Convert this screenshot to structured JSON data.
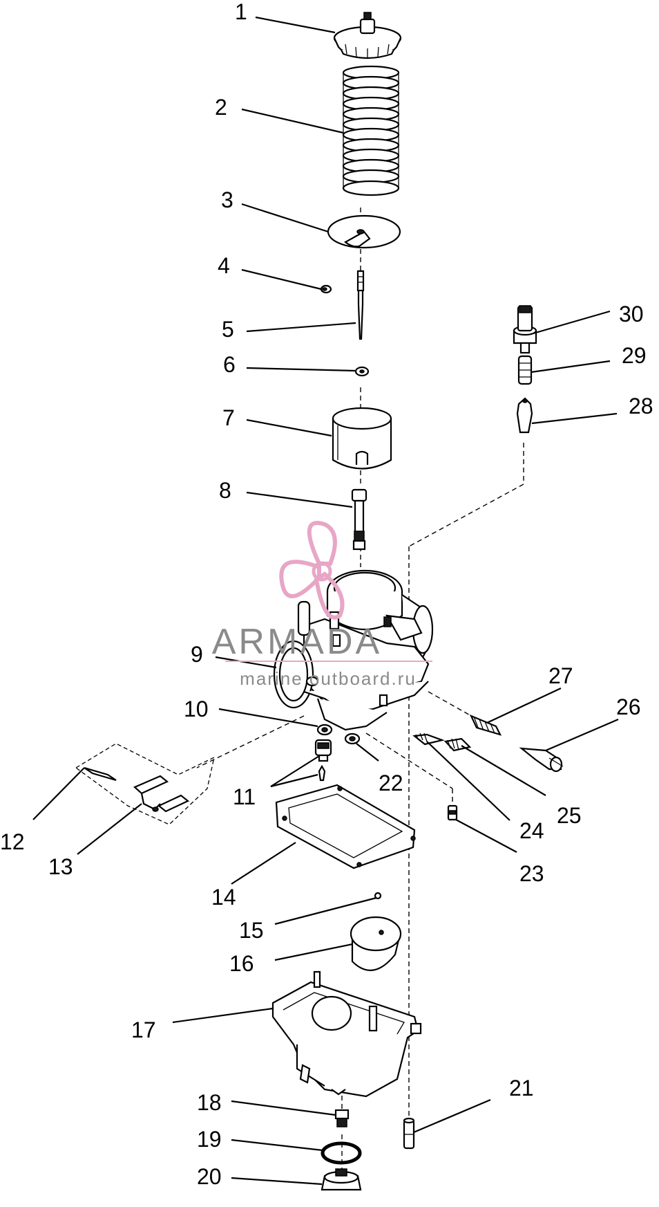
{
  "callouts": [
    "1",
    "2",
    "3",
    "4",
    "5",
    "6",
    "7",
    "8",
    "9",
    "10",
    "11",
    "12",
    "13",
    "14",
    "15",
    "16",
    "17",
    "18",
    "19",
    "20",
    "21",
    "22",
    "23",
    "24",
    "25",
    "26",
    "27",
    "28",
    "29",
    "30"
  ],
  "watermark": {
    "brand": "ARMADA",
    "tagline": "marine outboard.ru",
    "color": "#e8a6c6"
  }
}
